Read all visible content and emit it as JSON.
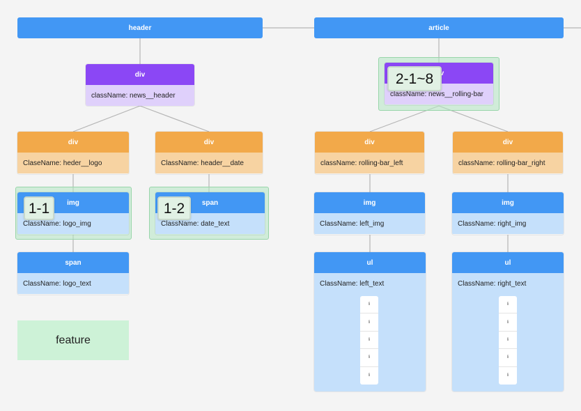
{
  "top": {
    "header_label": "header",
    "article_label": "article"
  },
  "header_tree": {
    "news_header": {
      "tag": "div",
      "attr": "className: news__header"
    },
    "logo": {
      "tag": "div",
      "attr": "ClaseName: heder__logo"
    },
    "date": {
      "tag": "div",
      "attr": "ClassName: header__date"
    },
    "logo_img": {
      "tag": "img",
      "attr": "ClassName: logo_img"
    },
    "date_text": {
      "tag": "span",
      "attr": "ClassName: date_text"
    },
    "logo_text": {
      "tag": "span",
      "attr": "ClassName: logo_text"
    }
  },
  "article_tree": {
    "rolling_bar": {
      "tag": "div",
      "attr": "className: news__rolling-bar"
    },
    "bar_left": {
      "tag": "div",
      "attr": "className: rolling-bar_left"
    },
    "bar_right": {
      "tag": "div",
      "attr": "className: rolling-bar_right"
    },
    "left_img": {
      "tag": "img",
      "attr": "ClassName: left_img"
    },
    "right_img": {
      "tag": "img",
      "attr": "ClassName: right_img"
    },
    "left_ul": {
      "tag": "ul",
      "attr": "ClassName: left_text"
    },
    "right_ul": {
      "tag": "ul",
      "attr": "ClassName: right_text"
    },
    "li_label": "li"
  },
  "badges": {
    "b1": "1-1",
    "b2": "1-2",
    "b3": "2-1~8"
  },
  "legend": {
    "feature_label": "feature"
  },
  "colors": {
    "blue": "#4297f4",
    "purple": "#8b47f5",
    "orange": "#f2a94a",
    "highlight_green": "#b2e6c3"
  }
}
